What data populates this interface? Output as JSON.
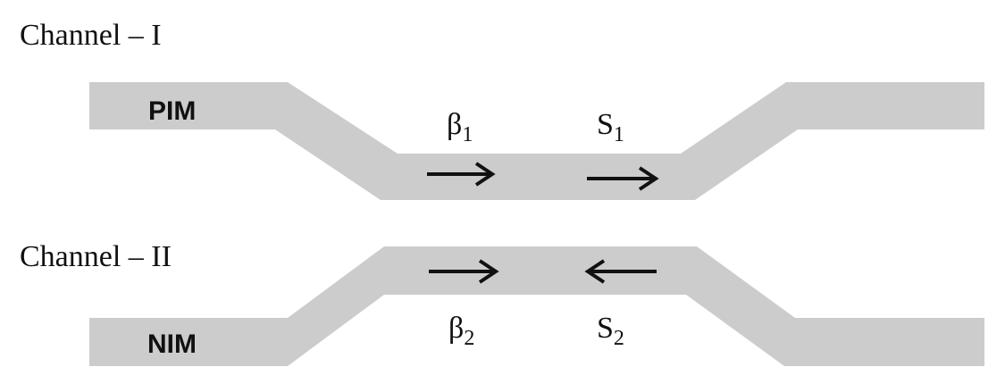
{
  "channels": [
    {
      "title": "Channel – I",
      "material": "PIM",
      "beta": {
        "symbol": "β",
        "subscript": "1",
        "direction": "right"
      },
      "poynting": {
        "symbol": "S",
        "subscript": "1",
        "direction": "right"
      }
    },
    {
      "title": "Channel – II",
      "material": "NIM",
      "beta": {
        "symbol": "β",
        "subscript": "2",
        "direction": "right"
      },
      "poynting": {
        "symbol": "S",
        "subscript": "2",
        "direction": "left"
      }
    }
  ],
  "colors": {
    "waveguide": "#cccccc",
    "ink": "#111111",
    "background": "#ffffff"
  }
}
